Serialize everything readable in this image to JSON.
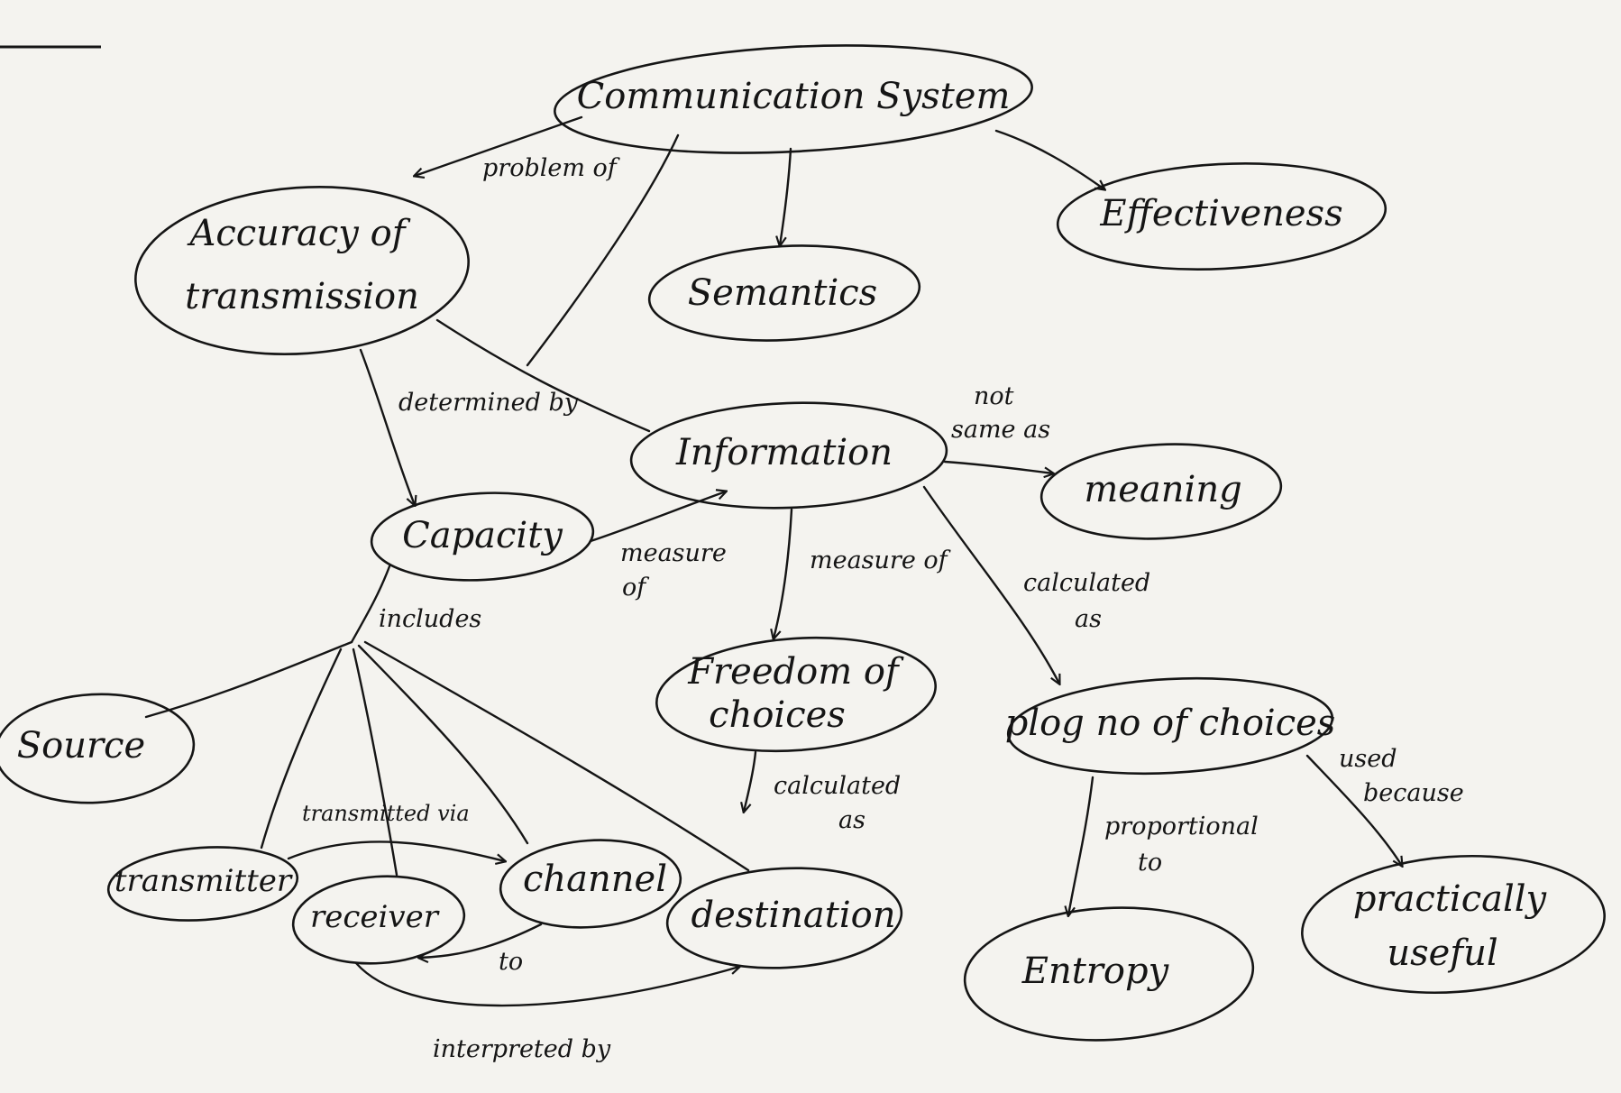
{
  "nodes": {
    "communication_system": "Communication System",
    "accuracy_line1": "Accuracy of",
    "accuracy_line2": "transmission",
    "semantics": "Semantics",
    "effectiveness": "Effectiveness",
    "information": "Information",
    "capacity": "Capacity",
    "meaning": "meaning",
    "freedom_line1": "Freedom of",
    "freedom_line2": "choices",
    "plog_choices": "plog no of choices",
    "source": "Source",
    "transmitter": "transmitter",
    "receiver": "receiver",
    "channel": "channel",
    "destination": "destination",
    "entropy": "Entropy",
    "practical_line1": "practically",
    "practical_line2": "useful"
  },
  "edges": {
    "problem_of": "problem of",
    "determined_by": "determined by",
    "not_line1": "not",
    "same_as": "same as",
    "measure_line1": "measure",
    "measure_line2": "of",
    "measure_of": "measure of",
    "calculated_line1": "calculated",
    "calculated_line2": "as",
    "calculated2_line1": "calculated",
    "calculated2_line2": "as",
    "includes": "includes",
    "transmitted_via": "transmitted via",
    "to": "to",
    "interpreted_by": "interpreted by",
    "proportional_line1": "proportional",
    "proportional_line2": "to",
    "used_line1": "used",
    "used_line2": "because"
  }
}
